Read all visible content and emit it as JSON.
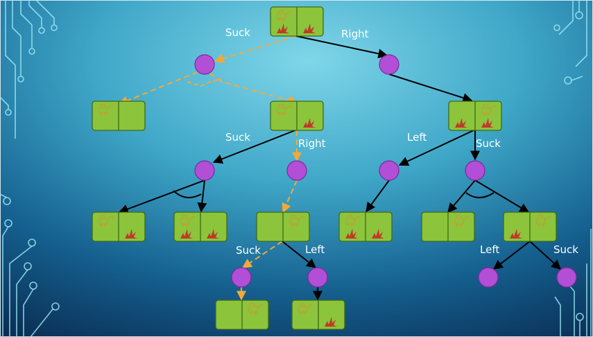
{
  "colors": {
    "background_top": "#6ccbe0",
    "background_bottom": "#0b3a63",
    "state_fill": "#8cc43c",
    "state_stroke": "#3f6a12",
    "chance_node_fill": "#b24fd6",
    "chance_node_stroke": "#7a2a9a",
    "edge_solid": "#000000",
    "edge_plan": "#f2a93b",
    "label_text": "#ffffff",
    "robot_icon": "#c79a2f",
    "dirt_icon": "#c0392b",
    "circuit_decoration": "#9be8f5"
  },
  "edge_labels": {
    "root_suck": "Suck",
    "root_right": "Right",
    "mid_suck": "Suck",
    "mid_right": "Right",
    "right_left": "Left",
    "right_suck": "Suck",
    "bottom_suck": "Suck",
    "bottom_left": "Left",
    "far_left": "Left",
    "far_suck": "Suck"
  },
  "states": [
    {
      "id": "root",
      "robot_in": "left",
      "dirt": [
        "left",
        "right"
      ]
    },
    {
      "id": "s1",
      "robot_in": "left",
      "dirt": []
    },
    {
      "id": "s2",
      "robot_in": "left",
      "dirt": [
        "right"
      ]
    },
    {
      "id": "s3",
      "robot_in": "right",
      "dirt": [
        "left",
        "right"
      ]
    },
    {
      "id": "s4",
      "robot_in": "left",
      "dirt": [
        "right"
      ]
    },
    {
      "id": "s5",
      "robot_in": "left",
      "dirt": [
        "left",
        "right"
      ]
    },
    {
      "id": "s6",
      "robot_in": "right",
      "dirt": []
    },
    {
      "id": "s7",
      "robot_in": "left",
      "dirt": [
        "left",
        "right"
      ]
    },
    {
      "id": "s8",
      "robot_in": "right",
      "dirt": []
    },
    {
      "id": "s9",
      "robot_in": "right",
      "dirt": [
        "left"
      ]
    },
    {
      "id": "s10",
      "robot_in": "right",
      "dirt": []
    },
    {
      "id": "s11",
      "robot_in": "left",
      "dirt": [
        "right"
      ]
    }
  ],
  "chance_nodes": [
    "c0a",
    "c0b",
    "c2a",
    "c2b",
    "c3a",
    "c3b",
    "c6",
    "c6b",
    "c9a",
    "c9b"
  ]
}
